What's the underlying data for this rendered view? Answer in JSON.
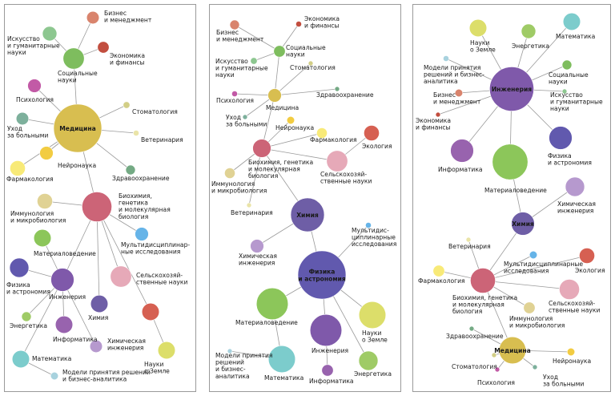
{
  "colors": {
    "medicine": "#D8BE50",
    "biochem": "#CC6477",
    "chemistry": "#6E5EA6",
    "physics": "#6159AE",
    "engineering": "#7F59AA",
    "materials": "#8CC65A",
    "informatics": "#9863AE",
    "agri": "#E6A9B8",
    "ecology": "#D66052",
    "multidisc": "#66B4E8",
    "pharma": "#F8EA78",
    "immuno": "#E0D294",
    "neuro": "#F2CC42",
    "nursing": "#7DB09C",
    "vet": "#EAE4A8",
    "health": "#74AA84",
    "dent": "#D2CE86",
    "psych": "#C25AA6",
    "social": "#7EBD5E",
    "humanities": "#8DC790",
    "business": "#D9846D",
    "econ": "#C24E3F",
    "math": "#7CCCCC",
    "energy": "#9FCB66",
    "earth": "#DCDE6A",
    "decision": "#A8D2DE",
    "chem_eng": "#B699CE",
    "edge": "#9a9a9a"
  },
  "panels": [
    {
      "nodes": [
        {
          "id": "med",
          "label": "Медицина",
          "inside": true,
          "color": "medicine",
          "size": 1.0
        },
        {
          "id": "bio",
          "label": "Биохимия,\nгенетика\nи молекулярная\nбиология",
          "color": "biochem",
          "size": 0.62
        },
        {
          "id": "soc",
          "label": "Социальные\nнауки",
          "color": "social",
          "size": 0.44
        },
        {
          "id": "hum",
          "label": "Искусство\nи гуманитарные\nнауки",
          "color": "humanities",
          "size": 0.3
        },
        {
          "id": "bus",
          "label": "Бизнес\nи менеджмент",
          "color": "business",
          "size": 0.26
        },
        {
          "id": "eco",
          "label": "Экономика\nи финансы",
          "color": "econ",
          "size": 0.24
        },
        {
          "id": "psy",
          "label": "Психология",
          "color": "psych",
          "size": 0.28
        },
        {
          "id": "den",
          "label": "Стоматология",
          "color": "dent",
          "size": 0.14
        },
        {
          "id": "nur",
          "label": "Уход\nза больными",
          "color": "nursing",
          "size": 0.26
        },
        {
          "id": "vet",
          "label": "Ветеринария",
          "color": "vet",
          "size": 0.12
        },
        {
          "id": "neu",
          "label": "Нейронаука",
          "color": "neuro",
          "size": 0.28
        },
        {
          "id": "pha",
          "label": "Фармакология",
          "color": "pharma",
          "size": 0.32
        },
        {
          "id": "hea",
          "label": "Здравоохранение",
          "color": "health",
          "size": 0.2
        },
        {
          "id": "imm",
          "label": "Иммунология\nи микробиология",
          "color": "immuno",
          "size": 0.32
        },
        {
          "id": "mat",
          "label": "Материаловедение",
          "color": "materials",
          "size": 0.36
        },
        {
          "id": "mul",
          "label": "Мультидисциплинар-\nные исследования",
          "color": "multidisc",
          "size": 0.28
        },
        {
          "id": "phy",
          "label": "Физика\nи астрономия",
          "color": "physics",
          "size": 0.4
        },
        {
          "id": "eng",
          "label": "Инженерия",
          "color": "engineering",
          "size": 0.48
        },
        {
          "id": "agr",
          "label": "Сельскохозяй-\nственные науки",
          "color": "agri",
          "size": 0.44
        },
        {
          "id": "ene",
          "label": "Энергетика",
          "color": "energy",
          "size": 0.2
        },
        {
          "id": "inf",
          "label": "Информатика",
          "color": "informatics",
          "size": 0.36
        },
        {
          "id": "che",
          "label": "Химия",
          "color": "chemistry",
          "size": 0.36
        },
        {
          "id": "cen",
          "label": "Химическая\nинженерия",
          "color": "chem_eng",
          "size": 0.26
        },
        {
          "id": "ecl",
          "label": "",
          "color": "ecology",
          "size": 0.36
        },
        {
          "id": "ear",
          "label": "Науки\nо Земле",
          "color": "earth",
          "size": 0.36
        },
        {
          "id": "mth",
          "label": "Математика",
          "color": "math",
          "size": 0.36
        },
        {
          "id": "dec",
          "label": "Модели принятия решений\nи бизнес-аналитика",
          "color": "decision",
          "size": 0.16
        }
      ],
      "edges": [
        [
          "med",
          "soc"
        ],
        [
          "soc",
          "hum"
        ],
        [
          "soc",
          "bus"
        ],
        [
          "soc",
          "eco"
        ],
        [
          "med",
          "psy"
        ],
        [
          "med",
          "den"
        ],
        [
          "med",
          "nur"
        ],
        [
          "med",
          "vet"
        ],
        [
          "med",
          "neu"
        ],
        [
          "med",
          "pha"
        ],
        [
          "med",
          "hea"
        ],
        [
          "med",
          "bio"
        ],
        [
          "bio",
          "imm"
        ],
        [
          "bio",
          "mul"
        ],
        [
          "bio",
          "agr"
        ],
        [
          "bio",
          "che"
        ],
        [
          "bio",
          "ecl"
        ],
        [
          "bio",
          "eng"
        ],
        [
          "ecl",
          "ear"
        ],
        [
          "eng",
          "mat"
        ],
        [
          "eng",
          "phy"
        ],
        [
          "eng",
          "ene"
        ],
        [
          "eng",
          "inf"
        ],
        [
          "eng",
          "mth"
        ],
        [
          "eng",
          "cen"
        ],
        [
          "mth",
          "dec"
        ]
      ]
    },
    {
      "nodes": [
        {
          "id": "bus",
          "label": "Бизнес\nи менеджмент",
          "color": "business",
          "size": 0.2
        },
        {
          "id": "eco",
          "label": "Экономика\nи финансы",
          "color": "econ",
          "size": 0.12
        },
        {
          "id": "soc",
          "label": "Социальные\nнауки",
          "color": "social",
          "size": 0.24
        },
        {
          "id": "hum",
          "label": "Искусство\nи гуманитарные\nнауки",
          "color": "humanities",
          "size": 0.14
        },
        {
          "id": "den",
          "label": "Стоматология",
          "color": "dent",
          "size": 0.1
        },
        {
          "id": "psy",
          "label": "Психология",
          "color": "psych",
          "size": 0.12
        },
        {
          "id": "med",
          "label": "Медицина",
          "color": "medicine",
          "size": 0.28
        },
        {
          "id": "hea",
          "label": "Здравоохранение",
          "color": "health",
          "size": 0.1
        },
        {
          "id": "nur",
          "label": "Уход\nза больными",
          "color": "nursing",
          "size": 0.1
        },
        {
          "id": "neu",
          "label": "Нейронаука",
          "color": "neuro",
          "size": 0.16
        },
        {
          "id": "pha",
          "label": "Фармакология",
          "color": "pharma",
          "size": 0.22
        },
        {
          "id": "ecl",
          "label": "Экология",
          "color": "ecology",
          "size": 0.32
        },
        {
          "id": "bio",
          "label": "Биохимия, генетика\nи молекулярная\nбиология",
          "color": "biochem",
          "size": 0.38
        },
        {
          "id": "agr",
          "label": "Сельскохозяй-\nственные науки",
          "color": "agri",
          "size": 0.44
        },
        {
          "id": "imm",
          "label": "Иммунология\nи микробиология",
          "color": "immuno",
          "size": 0.22
        },
        {
          "id": "vet",
          "label": "Ветеринария",
          "color": "vet",
          "size": 0.1
        },
        {
          "id": "che",
          "label": "Химия",
          "inside": true,
          "color": "chemistry",
          "size": 0.7
        },
        {
          "id": "mul",
          "label": "Мультидис-\nциплинарные\nисследования",
          "color": "multidisc",
          "size": 0.12
        },
        {
          "id": "cen",
          "label": "Химическая\nинженерия",
          "color": "chem_eng",
          "size": 0.28
        },
        {
          "id": "phy",
          "label": "Физика\nи астрономия",
          "inside": true,
          "color": "physics",
          "size": 1.0
        },
        {
          "id": "mat",
          "label": "Материаловедение",
          "color": "materials",
          "size": 0.66
        },
        {
          "id": "ear",
          "label": "Науки\nо Земле",
          "color": "earth",
          "size": 0.56
        },
        {
          "id": "dec",
          "label": "Модели принятия\nрешений\nи бизнес-\nаналитика",
          "color": "decision",
          "size": 0.1
        },
        {
          "id": "mth",
          "label": "Математика",
          "color": "math",
          "size": 0.56
        },
        {
          "id": "eng",
          "label": "Инженерия",
          "color": "engineering",
          "size": 0.66
        },
        {
          "id": "ene",
          "label": "Энергетика",
          "color": "energy",
          "size": 0.4
        },
        {
          "id": "inf",
          "label": "Информатика",
          "color": "informatics",
          "size": 0.24
        }
      ],
      "edges": [
        [
          "soc",
          "bus"
        ],
        [
          "soc",
          "eco"
        ],
        [
          "soc",
          "hum"
        ],
        [
          "soc",
          "med"
        ],
        [
          "med",
          "den"
        ],
        [
          "med",
          "psy"
        ],
        [
          "med",
          "hea"
        ],
        [
          "med",
          "nur"
        ],
        [
          "med",
          "bio"
        ],
        [
          "bio",
          "neu"
        ],
        [
          "bio",
          "pha"
        ],
        [
          "bio",
          "agr"
        ],
        [
          "bio",
          "imm"
        ],
        [
          "bio",
          "vet"
        ],
        [
          "bio",
          "che"
        ],
        [
          "agr",
          "ecl"
        ],
        [
          "che",
          "cen"
        ],
        [
          "che",
          "phy"
        ],
        [
          "phy",
          "mul"
        ],
        [
          "phy",
          "mat"
        ],
        [
          "phy",
          "ear"
        ],
        [
          "phy",
          "eng"
        ],
        [
          "phy",
          "ene"
        ],
        [
          "mat",
          "mth"
        ],
        [
          "mth",
          "dec"
        ],
        [
          "eng",
          "inf"
        ]
      ]
    },
    {
      "nodes": [
        {
          "id": "ear",
          "label": "Науки\nо Земле",
          "color": "earth",
          "size": 0.36
        },
        {
          "id": "ene",
          "label": "Энергетика",
          "color": "energy",
          "size": 0.3
        },
        {
          "id": "mth",
          "label": "Математика",
          "color": "math",
          "size": 0.36
        },
        {
          "id": "dec",
          "label": "Модели принятия\nрешений и бизнес-\nаналитика",
          "color": "decision",
          "size": 0.12
        },
        {
          "id": "soc",
          "label": "Социальные\nнауки",
          "color": "social",
          "size": 0.2
        },
        {
          "id": "bus",
          "label": "Бизнес\nи менеджмент",
          "color": "business",
          "size": 0.16
        },
        {
          "id": "hum",
          "label": "Искусство\nи гуманитарные\nнауки",
          "color": "humanities",
          "size": 0.1
        },
        {
          "id": "eco",
          "label": "Экономика\nи финансы",
          "color": "econ",
          "size": 0.1
        },
        {
          "id": "eng",
          "label": "Инженерия",
          "inside": true,
          "color": "engineering",
          "size": 0.92
        },
        {
          "id": "inf",
          "label": "Информатика",
          "color": "informatics",
          "size": 0.48
        },
        {
          "id": "phy",
          "label": "Физика\nи астрономия",
          "color": "physics",
          "size": 0.48
        },
        {
          "id": "mat",
          "label": "Материаловедение",
          "color": "materials",
          "size": 0.74
        },
        {
          "id": "cen",
          "label": "Химическая\nинженерия",
          "color": "chem_eng",
          "size": 0.4
        },
        {
          "id": "che",
          "label": "Химия",
          "inside": true,
          "color": "chemistry",
          "size": 0.48
        },
        {
          "id": "vet",
          "label": "Ветеринария",
          "color": "vet",
          "size": 0.1
        },
        {
          "id": "mul",
          "label": "Мультидисциплинарные\nисследования",
          "color": "multidisc",
          "size": 0.16
        },
        {
          "id": "ecl",
          "label": "Экология",
          "color": "ecology",
          "size": 0.32
        },
        {
          "id": "pha",
          "label": "Фармакология",
          "color": "pharma",
          "size": 0.24
        },
        {
          "id": "bio",
          "label": "Биохимия, генетика\nи молекулярная\nбиология",
          "color": "biochem",
          "size": 0.52
        },
        {
          "id": "agr",
          "label": "Сельскохозяй-\nственные науки",
          "color": "agri",
          "size": 0.42
        },
        {
          "id": "imm",
          "label": "Иммунология\nи микробиология",
          "color": "immuno",
          "size": 0.24
        },
        {
          "id": "hea",
          "label": "Здравоохранение",
          "color": "health",
          "size": 0.1
        },
        {
          "id": "med",
          "label": "Медицина",
          "inside": true,
          "color": "medicine",
          "size": 0.56
        },
        {
          "id": "neu",
          "label": "Нейронаука",
          "color": "neuro",
          "size": 0.16
        },
        {
          "id": "den",
          "label": "Стоматология",
          "color": "dent",
          "size": 0.1
        },
        {
          "id": "psy",
          "label": "Психология",
          "color": "psych",
          "size": 0.1
        },
        {
          "id": "nur",
          "label": "Уход\nза больными",
          "color": "nursing",
          "size": 0.1
        }
      ],
      "edges": [
        [
          "eng",
          "ear"
        ],
        [
          "eng",
          "ene"
        ],
        [
          "eng",
          "mth"
        ],
        [
          "eng",
          "dec"
        ],
        [
          "eng",
          "soc"
        ],
        [
          "eng",
          "bus"
        ],
        [
          "eng",
          "hum"
        ],
        [
          "eng",
          "eco"
        ],
        [
          "eng",
          "inf"
        ],
        [
          "eng",
          "phy"
        ],
        [
          "eng",
          "mat"
        ],
        [
          "mat",
          "che"
        ],
        [
          "che",
          "cen"
        ],
        [
          "che",
          "bio"
        ],
        [
          "bio",
          "vet"
        ],
        [
          "bio",
          "mul"
        ],
        [
          "bio",
          "ecl"
        ],
        [
          "bio",
          "pha"
        ],
        [
          "bio",
          "agr"
        ],
        [
          "bio",
          "imm"
        ],
        [
          "bio",
          "med"
        ],
        [
          "med",
          "hea"
        ],
        [
          "med",
          "neu"
        ],
        [
          "med",
          "den"
        ],
        [
          "med",
          "psy"
        ],
        [
          "med",
          "nur"
        ]
      ]
    }
  ]
}
